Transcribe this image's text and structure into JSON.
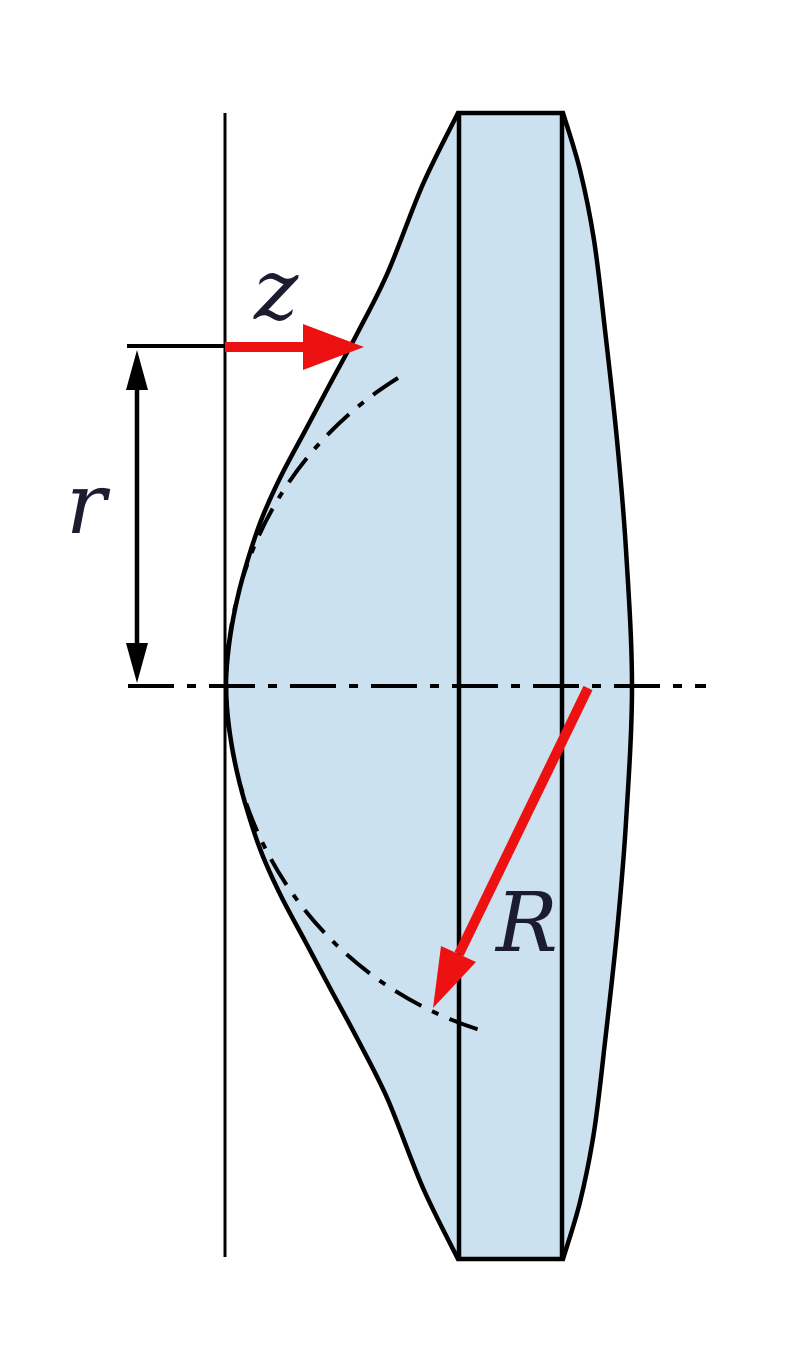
{
  "labels": {
    "z": "z",
    "r": "r",
    "R": "R"
  },
  "colors": {
    "lens_fill": "#cce1ef",
    "line": "#000000",
    "arrow": "#ee1111",
    "label_ink": "#1c1c30"
  }
}
